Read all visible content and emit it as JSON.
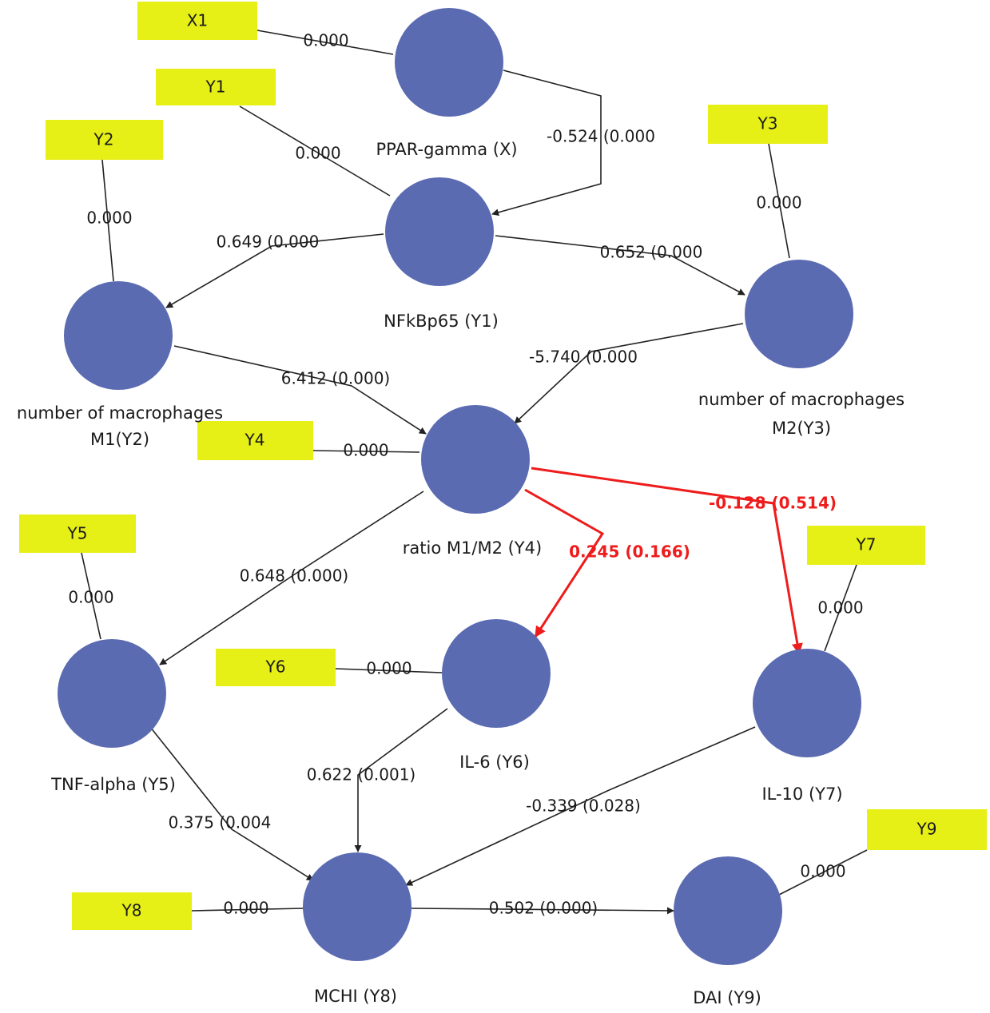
{
  "nodes": {
    "ppar": {
      "label": "PPAR-gamma (X)",
      "label_lines": [
        "PPAR-gamma (X)"
      ]
    },
    "nfkb": {
      "label": "NFkBp65 (Y1)",
      "label_lines": [
        "NFkBp65 (Y1)"
      ]
    },
    "m1": {
      "label": "number of macrophages M1(Y2)",
      "label_lines": [
        "number of macrophages",
        "M1(Y2)"
      ]
    },
    "m2": {
      "label": "number of macrophages M2(Y3)",
      "label_lines": [
        "number of macrophages",
        "M2(Y3)"
      ]
    },
    "ratio": {
      "label": "ratio M1/M2 (Y4)",
      "label_lines": [
        "ratio M1/M2 (Y4)"
      ]
    },
    "tnf": {
      "label": "TNF-alpha (Y5)",
      "label_lines": [
        "TNF-alpha (Y5)"
      ]
    },
    "il6": {
      "label": "IL-6 (Y6)",
      "label_lines": [
        "IL-6 (Y6)"
      ]
    },
    "il10": {
      "label": "IL-10 (Y7)",
      "label_lines": [
        "IL-10 (Y7)"
      ]
    },
    "mchi": {
      "label": "MCHI (Y8)",
      "label_lines": [
        "MCHI (Y8)"
      ]
    },
    "dai": {
      "label": "DAI (Y9)",
      "label_lines": [
        "DAI (Y9)"
      ]
    }
  },
  "indicators": {
    "x1": {
      "label": "X1",
      "loading": "0.000"
    },
    "y1": {
      "label": "Y1",
      "loading": "0.000"
    },
    "y2": {
      "label": "Y2",
      "loading": "0.000"
    },
    "y3": {
      "label": "Y3",
      "loading": "0.000"
    },
    "y4": {
      "label": "Y4",
      "loading": "0.000"
    },
    "y5": {
      "label": "Y5",
      "loading": "0.000"
    },
    "y6": {
      "label": "Y6",
      "loading": "0.000"
    },
    "y7": {
      "label": "Y7",
      "loading": "0.000"
    },
    "y8": {
      "label": "Y8",
      "loading": "0.000"
    },
    "y9": {
      "label": "Y9",
      "loading": "0.000"
    }
  },
  "paths": {
    "ppar_nfkb": {
      "label": "-0.524 (0.000",
      "significant": true
    },
    "nfkb_m1": {
      "label": "0.649 (0.000",
      "significant": true
    },
    "nfkb_m2": {
      "label": "0.652 (0.000",
      "significant": true
    },
    "m1_ratio": {
      "label": "6.412 (0.000)",
      "significant": true
    },
    "m2_ratio": {
      "label": "-5.740 (0.000",
      "significant": true
    },
    "ratio_tnf": {
      "label": "0.648 (0.000)",
      "significant": true
    },
    "ratio_il6": {
      "label": "0.245 (0.166)",
      "significant": false
    },
    "ratio_il10": {
      "label": "-0.128 (0.514)",
      "significant": false
    },
    "tnf_mchi": {
      "label": "0.375 (0.004",
      "significant": true
    },
    "il6_mchi": {
      "label": "0.622 (0.001)",
      "significant": true
    },
    "il10_mchi": {
      "label": "-0.339 (0.028)",
      "significant": true
    },
    "mchi_dai": {
      "label": "0.502 (0.000)",
      "significant": true
    }
  },
  "colors": {
    "node": "#5b6bb1",
    "indicator": "#e6ef16",
    "edge": "#222222",
    "highlight": "#ee1c1c"
  }
}
